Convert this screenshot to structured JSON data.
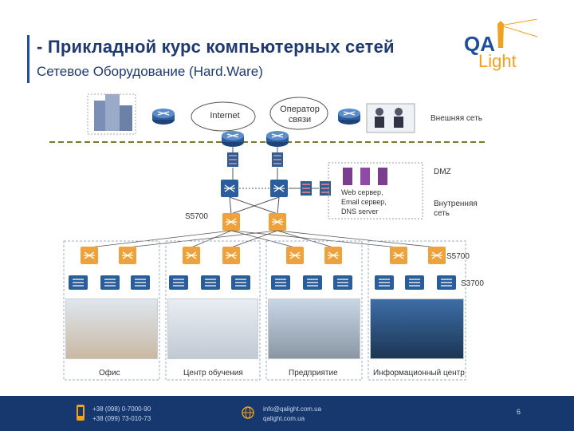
{
  "slide": {
    "title": "- Прикладной курс компьютерных сетей",
    "subtitle": "Сетевое Оборудование (Hard.Ware)",
    "logo_qa": "QA",
    "logo_light": "Light",
    "page_number": "6"
  },
  "diagram": {
    "cloud_internet": "Internet",
    "cloud_operator": "Оператор\nсвязи",
    "label_external": "Внешняя  сеть",
    "label_dmz": "DMZ",
    "label_servers": "Web сервер,\nEmail сервер,\nDNS server",
    "label_internal": "Внутренняя\nсеть",
    "label_core": "S5700",
    "label_agg": "S5700",
    "label_access": "S3700",
    "captions": [
      "Офис",
      "Центр обучения",
      "Предприятие",
      "Информационный центр"
    ]
  },
  "footer": {
    "phone1": "+38 (098) 0-7000-90",
    "phone2": "+38 (099) 73-010-73",
    "email": "info@qalight.com.ua",
    "site": "qalight.com.ua"
  },
  "colors": {
    "title": "#1f3a73",
    "accent_orange": "#f2a11e",
    "switch_blue": "#2b5d9b",
    "switch_orange": "#f0a23a",
    "footer_bg": "#16386f"
  }
}
